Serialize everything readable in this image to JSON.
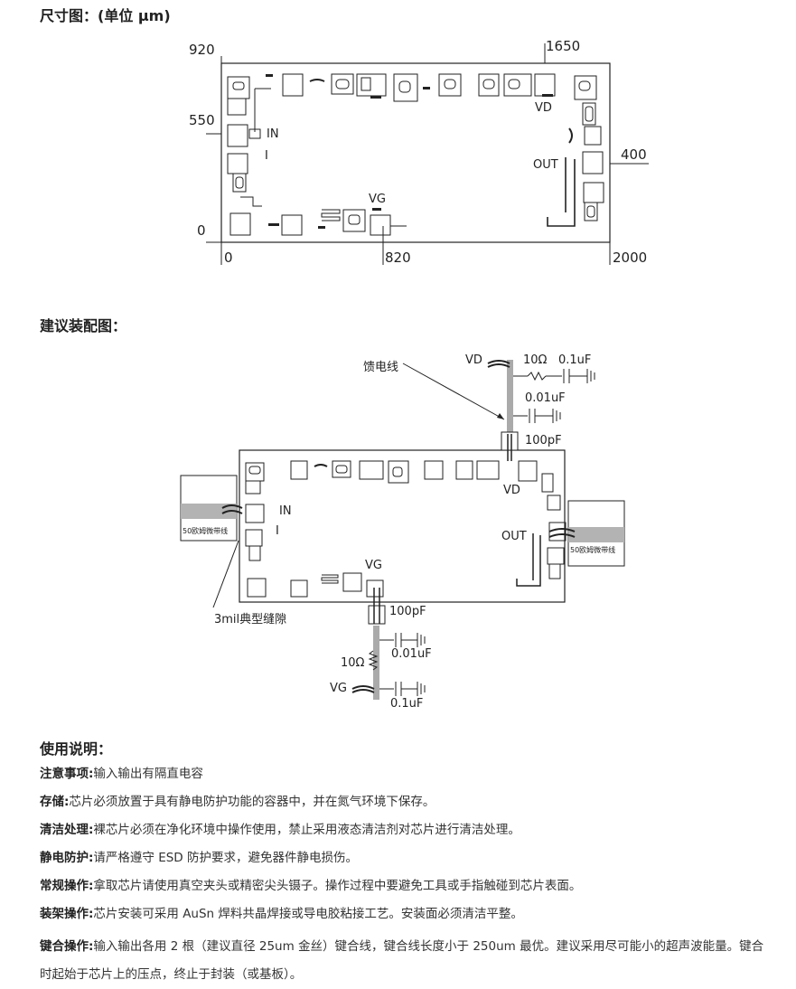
{
  "sections": {
    "dimensions_title": "尺寸图：(单位 μm)",
    "assembly_title": "建议装配图：",
    "usage_title": "使用说明："
  },
  "dim_drawing": {
    "top_left": "920",
    "top_right": "1650",
    "left_mid": "550",
    "left_zero": "0",
    "right_mid": "400",
    "bottom_zero": "0",
    "bottom_mid": "820",
    "bottom_right": "2000",
    "pad_in": "IN",
    "pad_i": "I",
    "pad_vd": "VD",
    "pad_out": "OUT",
    "pad_vg": "VG"
  },
  "assembly_drawing": {
    "feed_line": "馈电线",
    "vd_top": "VD",
    "r_top": "10Ω",
    "c_top_big": "0.1uF",
    "c_top_mid": "0.01uF",
    "c_top_small": "100pF",
    "pad_in": "IN",
    "pad_i": "I",
    "pad_vd": "VD",
    "pad_out": "OUT",
    "pad_vg": "VG",
    "microstrip_left": "50欧姆微带线",
    "microstrip_right": "50欧姆微带线",
    "gap": "3mil典型缝隙",
    "c_bot_small": "100pF",
    "c_bot_mid": "0.01uF",
    "r_bot": "10Ω",
    "vg_bot": "VG",
    "c_bot_big": "0.1uF"
  },
  "usage": [
    {
      "term": "注意事项:",
      "text": "输入输出有隔直电容"
    },
    {
      "term": "存储:",
      "text": "芯片必须放置于具有静电防护功能的容器中，并在氮气环境下保存。"
    },
    {
      "term": "清洁处理:",
      "text": "裸芯片必须在净化环境中操作使用，禁止采用液态清洁剂对芯片进行清洁处理。"
    },
    {
      "term": "静电防护:",
      "text": "请严格遵守 ESD 防护要求，避免器件静电损伤。"
    },
    {
      "term": "常规操作:",
      "text": "拿取芯片请使用真空夹头或精密尖头镊子。操作过程中要避免工具或手指触碰到芯片表面。"
    },
    {
      "term": "装架操作:",
      "text": "芯片安装可采用 AuSn 焊料共晶焊接或导电胶粘接工艺。安装面必须清洁平整。"
    },
    {
      "term": "键合操作:",
      "text": "输入输出各用 2 根（建议直径 25um 金丝）键合线，键合线长度小于 250um 最优。建议采用尽可能小的超声波能量。键合时起始于芯片上的压点，终止于封装（或基板）。"
    }
  ]
}
